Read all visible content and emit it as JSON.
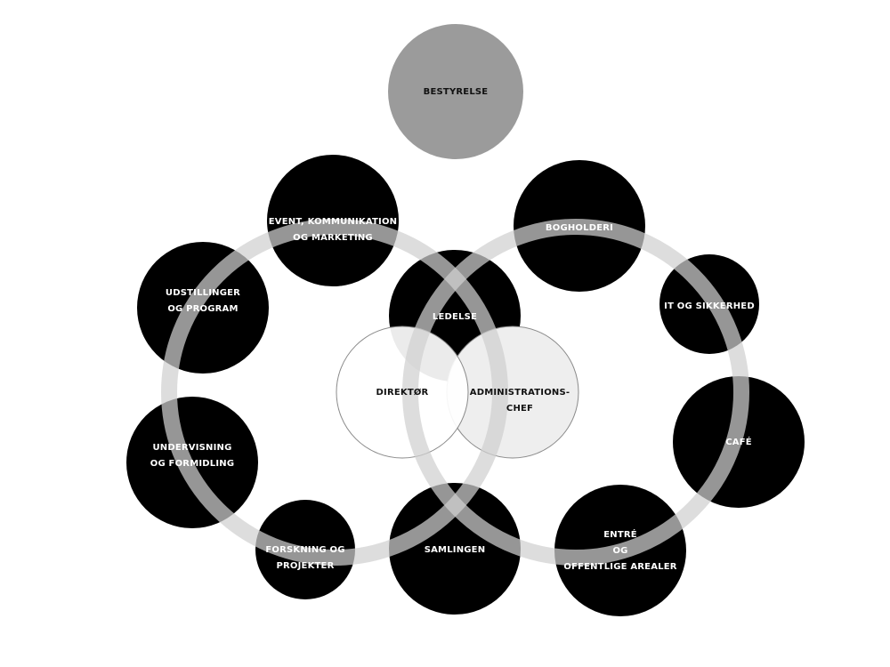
{
  "nodes": {
    "bestyrelse": {
      "lines": [
        "BESTYRELSE"
      ],
      "fill": "#9b9b9b",
      "text_color": "#111111"
    },
    "event": {
      "lines": [
        "EVENT, KOMMUNIKATION",
        "OG MARKETING"
      ],
      "fill": "#000000",
      "text_color": "#ffffff"
    },
    "bogholderi": {
      "lines": [
        "BOGHOLDERI"
      ],
      "fill": "#000000",
      "text_color": "#ffffff"
    },
    "udstillinger": {
      "lines": [
        "UDSTILLINGER",
        "OG PROGRAM"
      ],
      "fill": "#000000",
      "text_color": "#ffffff"
    },
    "ledelse": {
      "lines": [
        "LEDELSE"
      ],
      "fill": "#000000",
      "text_color": "#ffffff"
    },
    "it": {
      "lines": [
        "IT OG SIKKERHED"
      ],
      "fill": "#000000",
      "text_color": "#ffffff"
    },
    "direktor": {
      "lines": [
        "DIREKTØR"
      ],
      "fill": "#ffffff",
      "text_color": "#111111"
    },
    "admin": {
      "lines": [
        "ADMINISTRATIONS-",
        "CHEF"
      ],
      "fill": "#eeeeee",
      "text_color": "#111111"
    },
    "cafe": {
      "lines": [
        "CAFÉ"
      ],
      "fill": "#000000",
      "text_color": "#ffffff"
    },
    "undervisning": {
      "lines": [
        "UNDERVISNING",
        "OG  FORMIDLING"
      ],
      "fill": "#000000",
      "text_color": "#ffffff"
    },
    "forskning": {
      "lines": [
        "FORSKNING OG",
        "PROJEKTER"
      ],
      "fill": "#000000",
      "text_color": "#ffffff"
    },
    "samlingen": {
      "lines": [
        "SAMLINGEN"
      ],
      "fill": "#000000",
      "text_color": "#ffffff"
    },
    "entre": {
      "lines": [
        "ENTRÉ",
        "OG",
        "OFFENTLIGE AREALER"
      ],
      "fill": "#000000",
      "text_color": "#ffffff"
    }
  },
  "ring_color": "#d0d0d0"
}
